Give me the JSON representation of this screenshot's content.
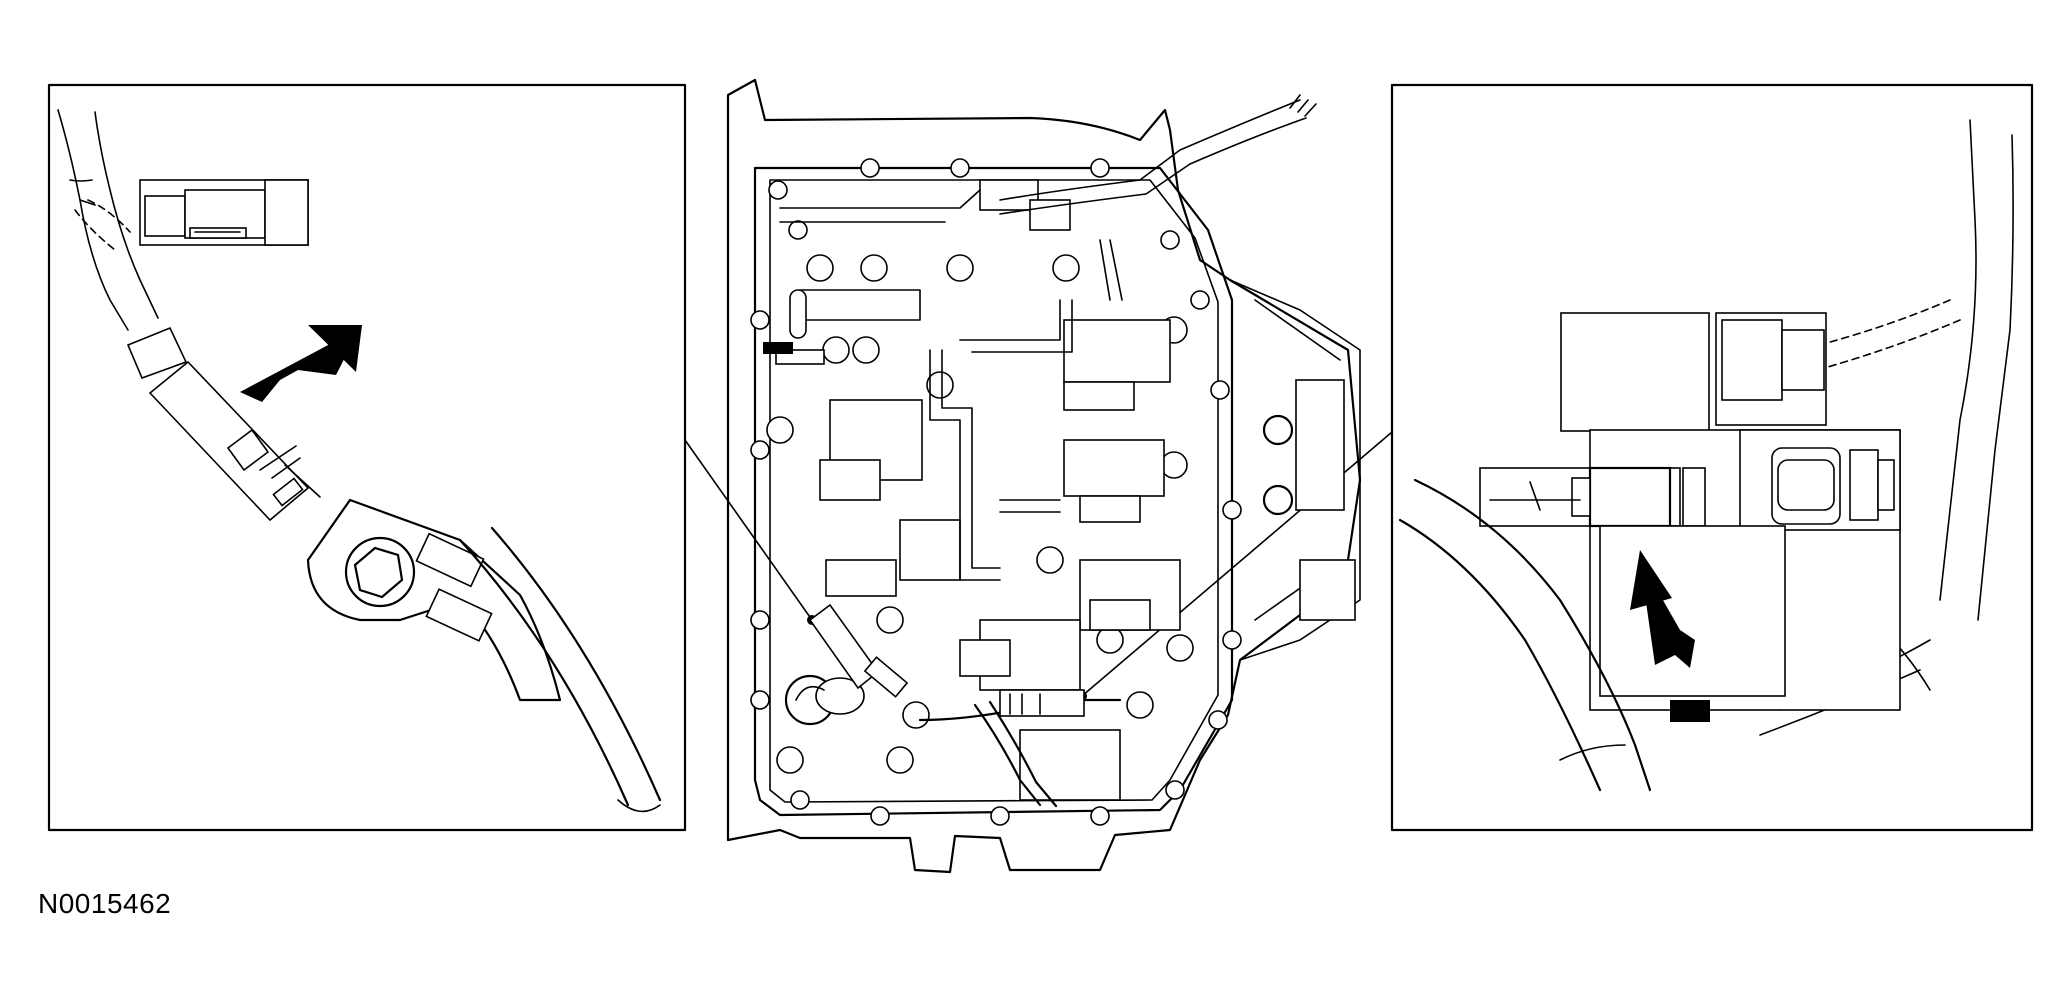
{
  "figure": {
    "id_label": "N0015462",
    "panels": [
      {
        "name": "left-detail-inset",
        "arrow_icon": "arrow-down-left-icon"
      },
      {
        "name": "center-valve-body-overview",
        "stamp_icon": "valve-body-marking-icon"
      },
      {
        "name": "right-detail-inset",
        "arrow_icon": "arrow-up-icon"
      }
    ],
    "colors": {
      "ink": "#000000",
      "paper": "#ffffff"
    }
  }
}
